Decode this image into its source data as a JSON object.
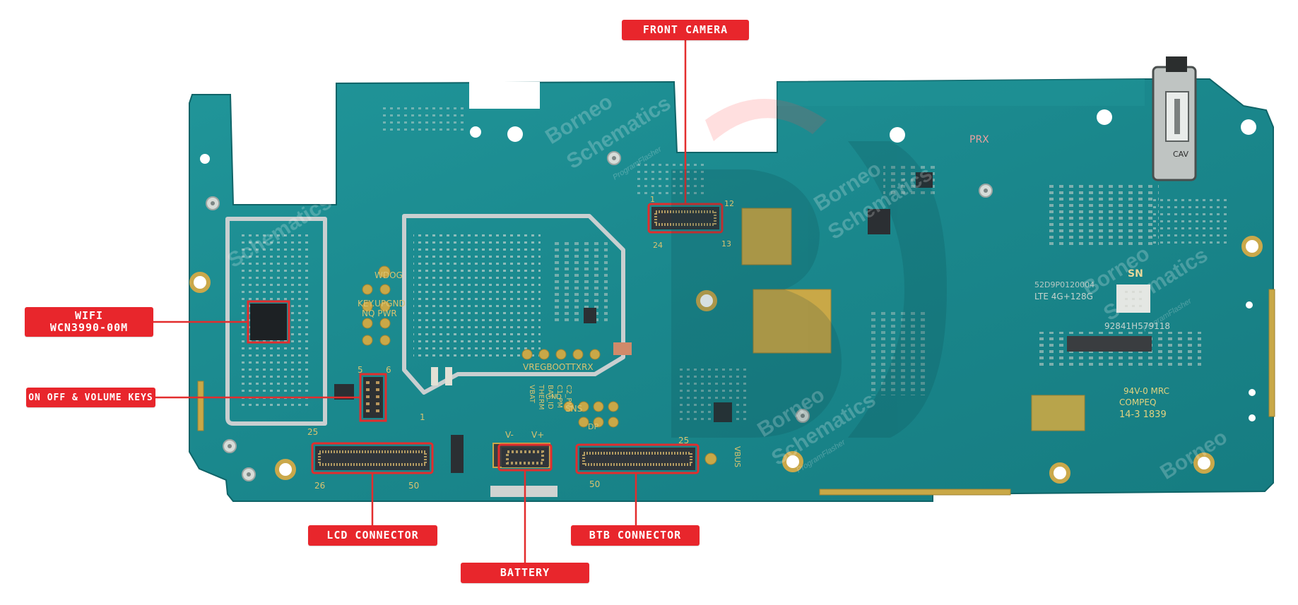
{
  "callouts": {
    "front_camera": "FRONT CAMERA",
    "wifi_line1": "WIFI",
    "wifi_line2": "WCN3990-00M",
    "keys": "ON OFF & VOLUME KEYS",
    "lcd": "LCD CONNECTOR",
    "battery": "BATTERY",
    "btb": "BTB CONNECTOR"
  },
  "silkscreen": {
    "wdog": "WDOG",
    "key_up_gnd": "KEY.UPGND",
    "key_nq_pwr": "NQ PWR",
    "vreg_boot_txrx": "VREGBOOTTXRX",
    "vbat": "VBAT",
    "therm": "THERM",
    "bat_id": "BAT_ID",
    "c1_pm": "C1_PM",
    "c2_pm": "C2_PM",
    "gnd": "GND",
    "sns": "SNS",
    "vminus": "V-",
    "vplus": "V+",
    "vbus": "VBUS",
    "dp": "DP",
    "prx": "PRX",
    "sn": "SN",
    "board_id": "52D9P0120004",
    "lte": "LTE 4G+128G",
    "serial": "92841H579118",
    "rating": "94V-0 MRC",
    "compeq": "COMPEQ",
    "date_code": "14-3 1839",
    "cam_pin_1": "1",
    "cam_pin_12": "12",
    "cam_pin_24": "24",
    "cam_pin_13": "13",
    "key_pin_5": "5",
    "key_pin_6": "6",
    "lcd_pin_25": "25",
    "lcd_pin_26": "26",
    "lcd_pin_50": "50",
    "lcd_pin_1": "1",
    "btb_pin_25": "25",
    "btb_pin_50": "50",
    "jack_label": "CAV"
  },
  "watermark": {
    "brand_line1": "Borneo",
    "brand_line2": "Schematics",
    "tagline": "ProgramFlasher"
  },
  "colors": {
    "pcb": "#1b8a8f",
    "pcb_dark": "#146f74",
    "callout_red": "#e8262c",
    "highlight_red": "#e32d2d",
    "gold": "#c9a847"
  }
}
